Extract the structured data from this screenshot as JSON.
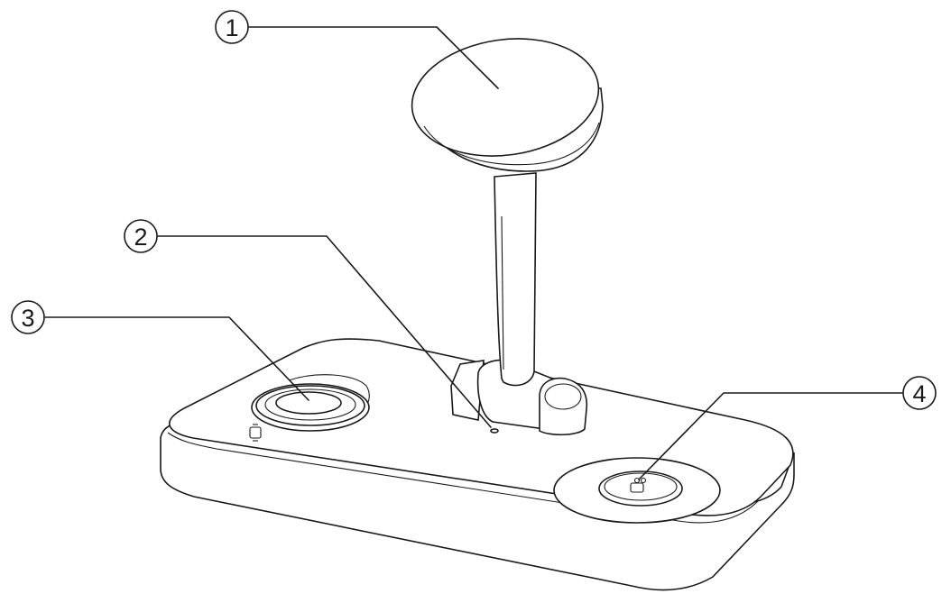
{
  "callouts": [
    {
      "number": "1",
      "part": "magnetic-phone-charger"
    },
    {
      "number": "2",
      "part": "indicator-light"
    },
    {
      "number": "3",
      "part": "watch-charger"
    },
    {
      "number": "4",
      "part": "earbuds-charging-pad"
    }
  ],
  "colors": {
    "line": "#1a1a1a",
    "background": "#ffffff"
  }
}
